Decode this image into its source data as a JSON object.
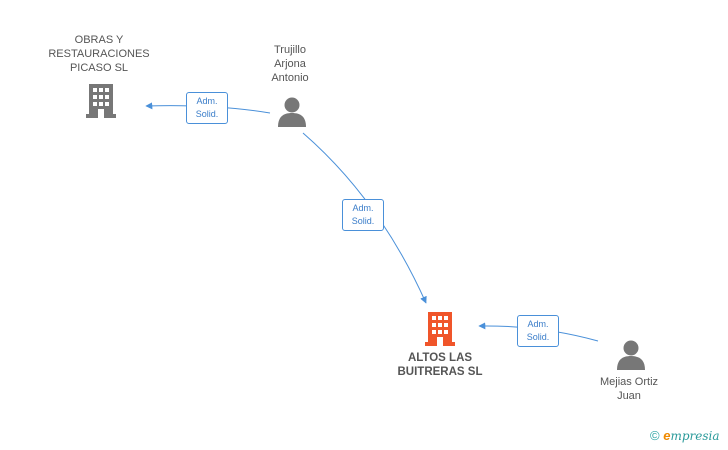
{
  "nodes": [
    {
      "id": "obras",
      "type": "company",
      "color": "#777777",
      "lines": [
        "OBRAS Y",
        "RESTAURACIONES",
        "PICASO SL"
      ]
    },
    {
      "id": "trujillo",
      "type": "person",
      "color": "#777777",
      "lines": [
        "Trujillo",
        "Arjona",
        "Antonio"
      ]
    },
    {
      "id": "altos",
      "type": "company",
      "color": "#f0552a",
      "lines": [
        "ALTOS LAS",
        "BUITRERAS SL"
      ]
    },
    {
      "id": "mejias",
      "type": "person",
      "color": "#777777",
      "lines": [
        "Mejias Ortiz",
        "Juan"
      ]
    }
  ],
  "edges": [
    {
      "from": "trujillo",
      "to": "obras",
      "label": [
        "Adm.",
        "Solid."
      ]
    },
    {
      "from": "trujillo",
      "to": "altos",
      "label": [
        "Adm.",
        "Solid."
      ]
    },
    {
      "from": "mejias",
      "to": "altos",
      "label": [
        "Adm.",
        "Solid."
      ]
    }
  ],
  "colors": {
    "edge": "#4a90d9"
  },
  "brand": {
    "copyright": "©",
    "e": "e",
    "rest": "mpresia"
  }
}
